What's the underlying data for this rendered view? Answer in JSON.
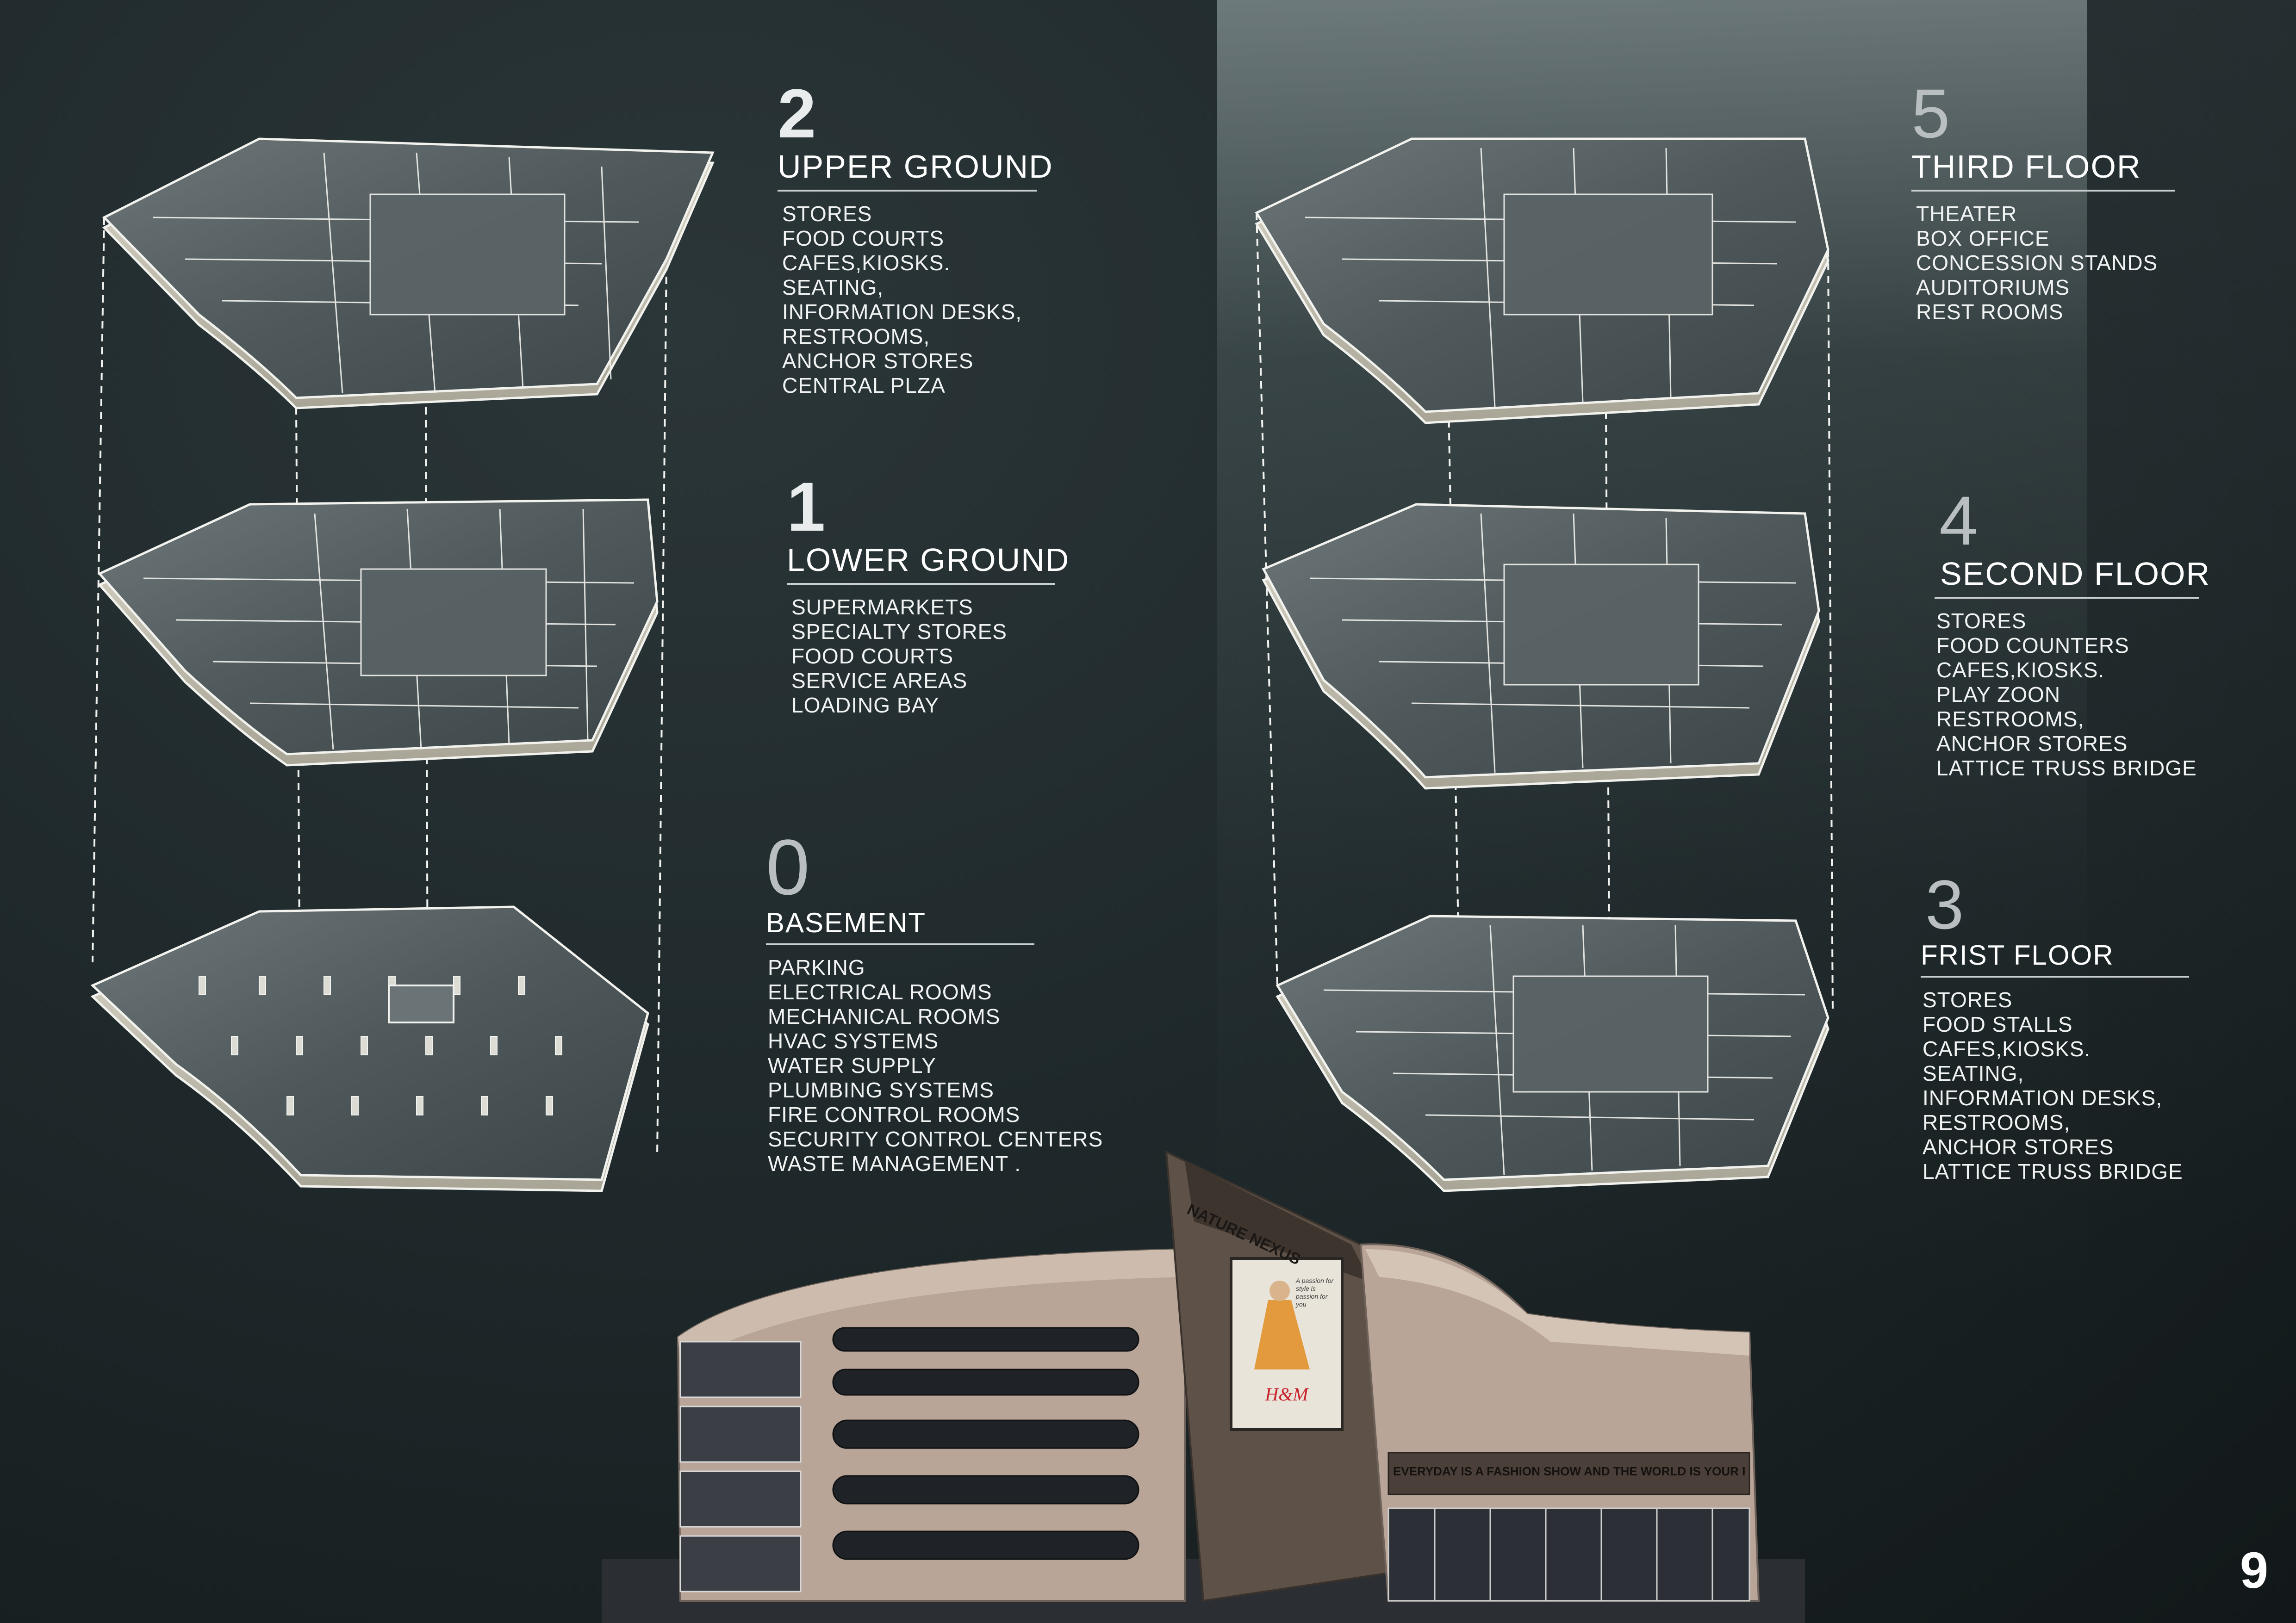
{
  "floors_left": [
    {
      "number": "2",
      "title": "UPPER GROUND",
      "items": [
        "STORES",
        "FOOD COURTS",
        "CAFES,KIOSKS.",
        "SEATING,",
        "INFORMATION DESKS,",
        "RESTROOMS,",
        "ANCHOR STORES",
        "CENTRAL PLZA"
      ]
    },
    {
      "number": "1",
      "title": "LOWER GROUND",
      "items": [
        "SUPERMARKETS",
        "SPECIALTY STORES",
        "FOOD COURTS",
        "SERVICE AREAS",
        "LOADING BAY"
      ]
    },
    {
      "number": "0",
      "title": "BASEMENT",
      "items": [
        "PARKING",
        "ELECTRICAL ROOMS",
        "MECHANICAL ROOMS",
        "HVAC SYSTEMS",
        "WATER SUPPLY",
        "PLUMBING SYSTEMS",
        "FIRE CONTROL ROOMS",
        "SECURITY CONTROL CENTERS",
        "WASTE MANAGEMENT ."
      ]
    }
  ],
  "floors_right": [
    {
      "number": "5",
      "title": "THIRD FLOOR",
      "items": [
        "THEATER",
        "BOX OFFICE",
        "CONCESSION STANDS",
        "AUDITORIUMS",
        "REST ROOMS"
      ]
    },
    {
      "number": "4",
      "title": "SECOND FLOOR",
      "items": [
        "STORES",
        "FOOD COUNTERS",
        "CAFES,KIOSKS.",
        "PLAY ZOON",
        "RESTROOMS,",
        "ANCHOR STORES",
        "LATTICE TRUSS BRIDGE"
      ]
    },
    {
      "number": "3",
      "title": "FRIST FLOOR",
      "items": [
        "STORES",
        "FOOD STALLS",
        "CAFES,KIOSKS.",
        "SEATING,",
        "INFORMATION DESKS,",
        "RESTROOMS,",
        "ANCHOR STORES",
        "LATTICE TRUSS BRIDGE"
      ]
    }
  ],
  "building": {
    "sign": "NATURE NEXUS",
    "banner": "EVERYDAY IS A FASHION SHOW AND THE WORLD IS YOUR RUNWAY",
    "billboard_brand": "H&M",
    "billboard_tagline": "A passion for style is passion for you"
  },
  "page_number": "9"
}
